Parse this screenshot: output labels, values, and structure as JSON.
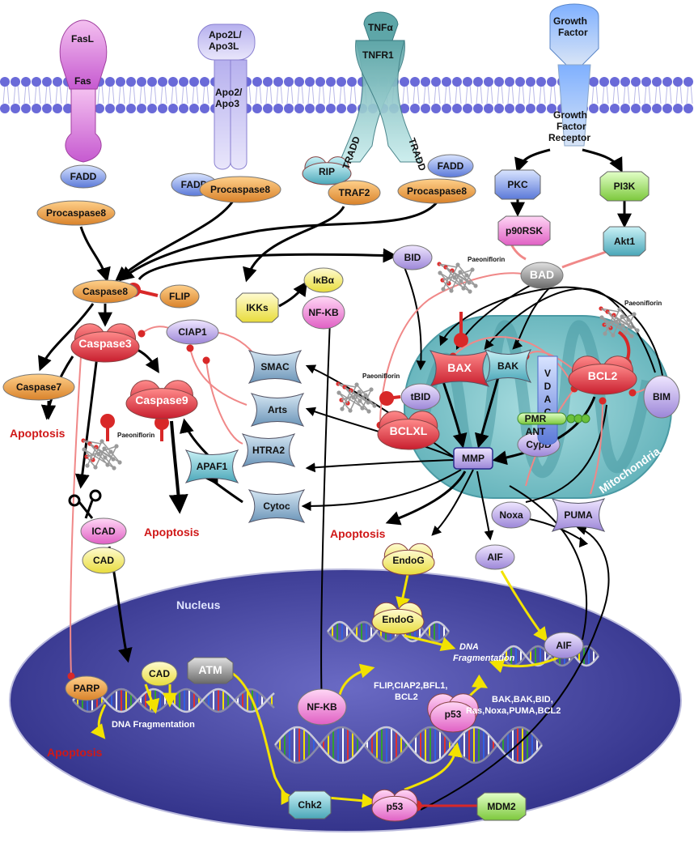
{
  "nodes": {
    "fasl": "FasL",
    "fas": "Fas",
    "apo2l": [
      "Apo2L/",
      "Apo3L"
    ],
    "apo2": [
      "Apo2/",
      "Apo3"
    ],
    "tnfa": "TNFα",
    "tnfr1": "TNFR1",
    "growth_factor": [
      "Growth",
      "Factor"
    ],
    "gf_receptor": [
      "Growth",
      "Factor",
      "Receptor"
    ],
    "fadd": "FADD",
    "procaspase8": "Procaspase8",
    "tradd": "TRADD",
    "rip": "RIP",
    "traf2": "TRAF2",
    "pkc": "PKC",
    "pi3k": "PI3K",
    "p90rsk": "p90RSK",
    "akt1": "Akt1",
    "bad": "BAD",
    "bid": "BID",
    "caspase8": "Caspase8",
    "flip": "FLIP",
    "ikks": "IKKs",
    "ikba": "IκBα",
    "nfkb": "NF-KB",
    "ciap1": "CIAP1",
    "caspase3": "Caspase3",
    "caspase7": "Caspase7",
    "caspase9": "Caspase9",
    "smac": "SMAC",
    "arts": "Arts",
    "htra2": "HTRA2",
    "apaf1": "APAF1",
    "cytoc": "Cytoc",
    "bax": "BAX",
    "bak": "BAK",
    "vdac": [
      "V",
      "D",
      "A",
      "C"
    ],
    "bcl2": "BCL2",
    "bim": "BIM",
    "tbid": "tBID",
    "bclxl": "BCLXL",
    "pmr": "PMR",
    "ant": "ANT",
    "cypd": "CypD",
    "mmp": "MMP",
    "mitochondria": "Mitochondria",
    "noxa": "Noxa",
    "puma": "PUMA",
    "icad": "ICAD",
    "cad": "CAD",
    "endog": "EndoG",
    "aif": "AIF",
    "nucleus": "Nucleus",
    "dna_fragmentation": [
      "DNA",
      "Fragmentation"
    ],
    "dna_fragmentation_2": "DNA Fragmentation",
    "parp": "PARP",
    "atm": "ATM",
    "chk2": "Chk2",
    "p53": "p53",
    "mdm2": "MDM2",
    "nfkb_targets": [
      "FLIP,CIAP2,BFL1,",
      "BCL2"
    ],
    "p53_targets": [
      "BAK,BAK,BID,",
      "Ras,Noxa,PUMA,BCL2"
    ],
    "apoptosis": "Apoptosis",
    "paeoniflorin": "Paeoniflorin"
  },
  "colors": {
    "activation_arrow": "#000000",
    "inhibition": "#e03030",
    "nuclear_arrow": "#ffee00",
    "apoptosis_text": "#d01818",
    "nucleus_fill": "#4a4a9c",
    "mitochondrion_fill": "#7fc2c8",
    "membrane": "#6a6ad8"
  }
}
